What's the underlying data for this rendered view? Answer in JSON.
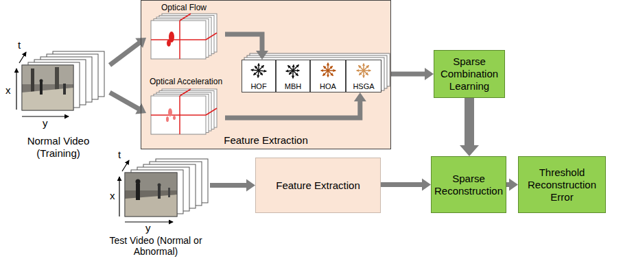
{
  "diagram": {
    "nodes": [
      {
        "text": [
          "Normal Video (Training)"
        ]
      },
      {
        "text": [
          "Feature Extraction"
        ]
      },
      {
        "text": [
          "Optical Flow"
        ],
        "in": 1
      },
      {
        "text": [
          "Optical Acceleration"
        ],
        "in": 1
      },
      {
        "text": [
          "HOF"
        ],
        "in": 1
      },
      {
        "text": [
          "MBH"
        ],
        "in": 1
      },
      {
        "text": [
          "HOA"
        ],
        "in": 1
      },
      {
        "text": [
          "HSGA"
        ],
        "in": 1
      },
      {
        "text": [
          "Sparse Combination Learning"
        ]
      },
      {
        "text": [
          "Test Video (Normal or Abnormal)"
        ]
      },
      {
        "text": [
          "Feature Extraction"
        ]
      },
      {
        "text": [
          "Sparse Reconstruction"
        ]
      },
      {
        "text": [
          "Threshold Reconstruction Error"
        ]
      }
    ],
    "edges": [
      {
        "from": 0,
        "to": 2,
        "arrow": "to"
      },
      {
        "from": 0,
        "to": 3,
        "arrow": "to"
      },
      {
        "from": 2,
        "to": 4,
        "arrow": "to"
      },
      {
        "from": 3,
        "to": 7,
        "arrow": "to"
      },
      {
        "from": 1,
        "to": 8,
        "arrow": "to"
      },
      {
        "from": 8,
        "to": 11,
        "arrow": "to"
      },
      {
        "from": 9,
        "to": 10,
        "arrow": "to"
      },
      {
        "from": 10,
        "to": 11,
        "arrow": "to"
      },
      {
        "from": 11,
        "to": 12,
        "arrow": "to"
      }
    ],
    "labels": [
      "t",
      "x",
      "y",
      "t",
      "x",
      "y"
    ]
  }
}
